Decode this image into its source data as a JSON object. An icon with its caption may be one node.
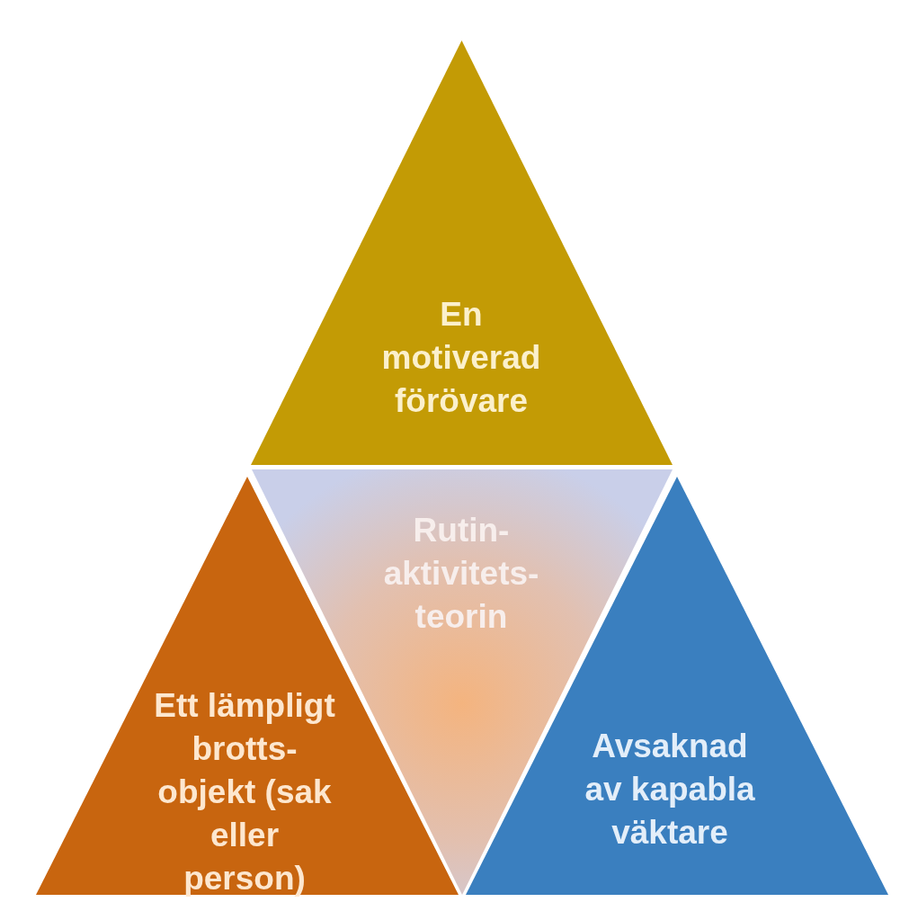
{
  "diagram": {
    "nodes": [
      {
        "text": [
          "En motiverad förövare"
        ]
      },
      {
        "text": [
          "Rutin- aktivitets- teorin"
        ]
      },
      {
        "text": [
          "Ett lämpligt brotts- objekt (sak eller person)"
        ]
      },
      {
        "text": [
          "Avsaknad av kapabla väktare"
        ]
      }
    ]
  }
}
